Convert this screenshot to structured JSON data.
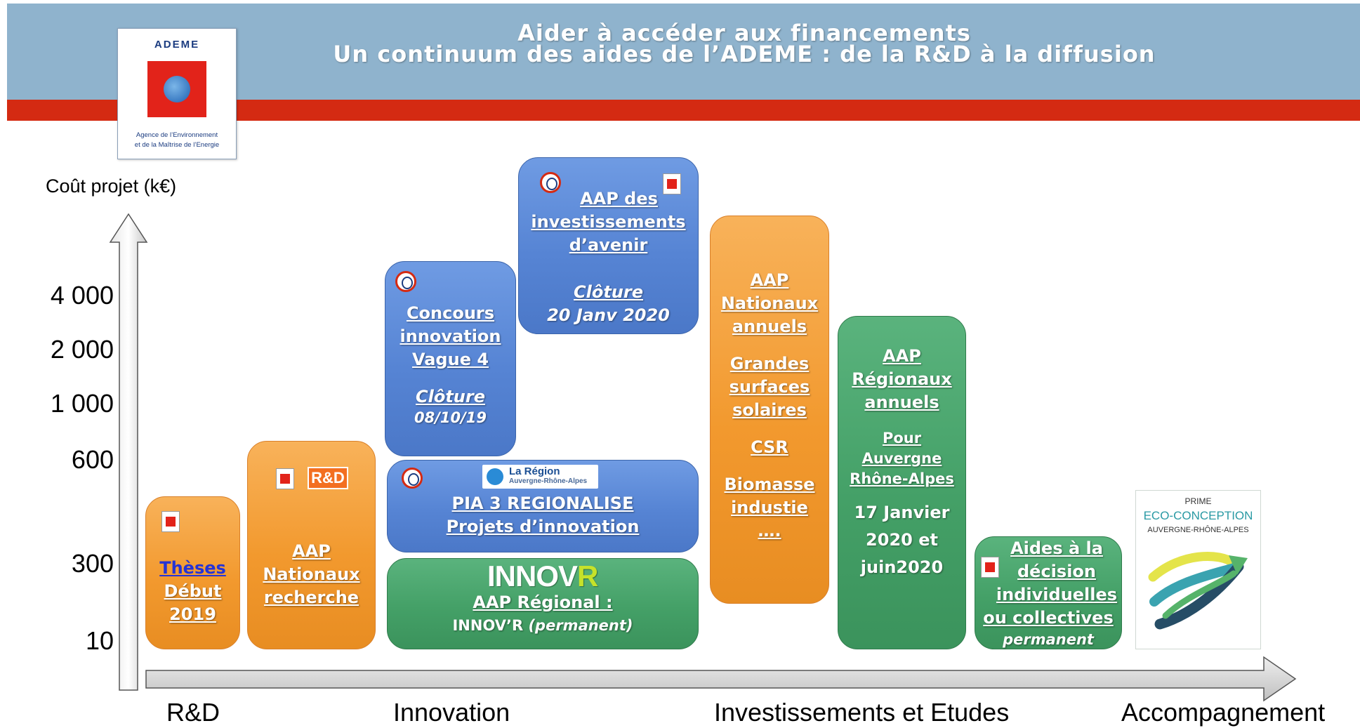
{
  "header": {
    "title_line1": "Aider à accéder aux financements",
    "title_line2": "Un continuum des aides de l’ADEME : de la R&D à la diffusion",
    "banner_color": "#8fb3cd",
    "stripe_color": "#d42a12"
  },
  "logo": {
    "name": "ADEME",
    "subtitle_line1": "Agence de l’Environnement",
    "subtitle_line2": "et de la Maîtrise de l’Energie",
    "icon": "globe-icon"
  },
  "y_axis": {
    "label": "Coût projet (k€)",
    "ticks": [
      "4 000",
      "2 000",
      "1 000",
      "600",
      "300",
      "10"
    ]
  },
  "x_axis": {
    "labels": [
      "R&D",
      "Innovation",
      "Investissements et Etudes",
      "Accompagnement"
    ]
  },
  "boxes": {
    "theses": {
      "l1": "Thèses",
      "l2": "Début",
      "l3": "2019",
      "color": "#f2992e"
    },
    "aap_recherche": {
      "logo_text": "R&D",
      "l1": "AAP",
      "l2": "Nationaux",
      "l3": "recherche",
      "color": "#f2992e"
    },
    "concours": {
      "l1": "Concours",
      "l2": "innovation",
      "l3": "Vague 4",
      "l4": "Clôture",
      "l5": "08/10/19",
      "color": "#5684d4"
    },
    "pia_avenir": {
      "l1": "AAP des",
      "l2": "investissements",
      "l3": "d’avenir",
      "l4": "Clôture",
      "l5": "20 Janv 2020",
      "color": "#5684d4"
    },
    "pia3": {
      "region_name": "La Région",
      "region_sub": "Auvergne-Rhône-Alpes",
      "l1": "PIA 3 REGIONALISE",
      "l2": "Projets d’innovation",
      "color": "#5684d4"
    },
    "innovr": {
      "logo_a": "INNOV",
      "logo_b": "R",
      "l1": "AAP Régional :",
      "l2": "INNOV’R",
      "l3": "(permanent)",
      "color": "#44a067"
    },
    "aap_nationaux": {
      "l1": "AAP",
      "l2": "Nationaux",
      "l3": "annuels",
      "l4": "Grandes",
      "l5": "surfaces",
      "l6": "solaires",
      "l7": "CSR",
      "l8": "Biomasse",
      "l9": "industie",
      "l10": "….",
      "color": "#f2992e"
    },
    "aap_regionaux": {
      "l1": "AAP",
      "l2": "Régionaux",
      "l3": "annuels",
      "l4": "Pour",
      "l5": "Auvergne",
      "l6": "Rhône-Alpes",
      "l7": "17 Janvier",
      "l8": "2020 et",
      "l9": "juin2020",
      "color": "#44a067"
    },
    "aides_decision": {
      "l1": "Aides à la",
      "l2": "décision",
      "l3": "individuelles",
      "l4": "ou collectives",
      "l5": "permanent",
      "color": "#44a067"
    }
  },
  "prime": {
    "l1": "PRIME",
    "l2": "ECO-CONCEPTION",
    "l3": "AUVERGNE-RHÔNE-ALPES"
  }
}
